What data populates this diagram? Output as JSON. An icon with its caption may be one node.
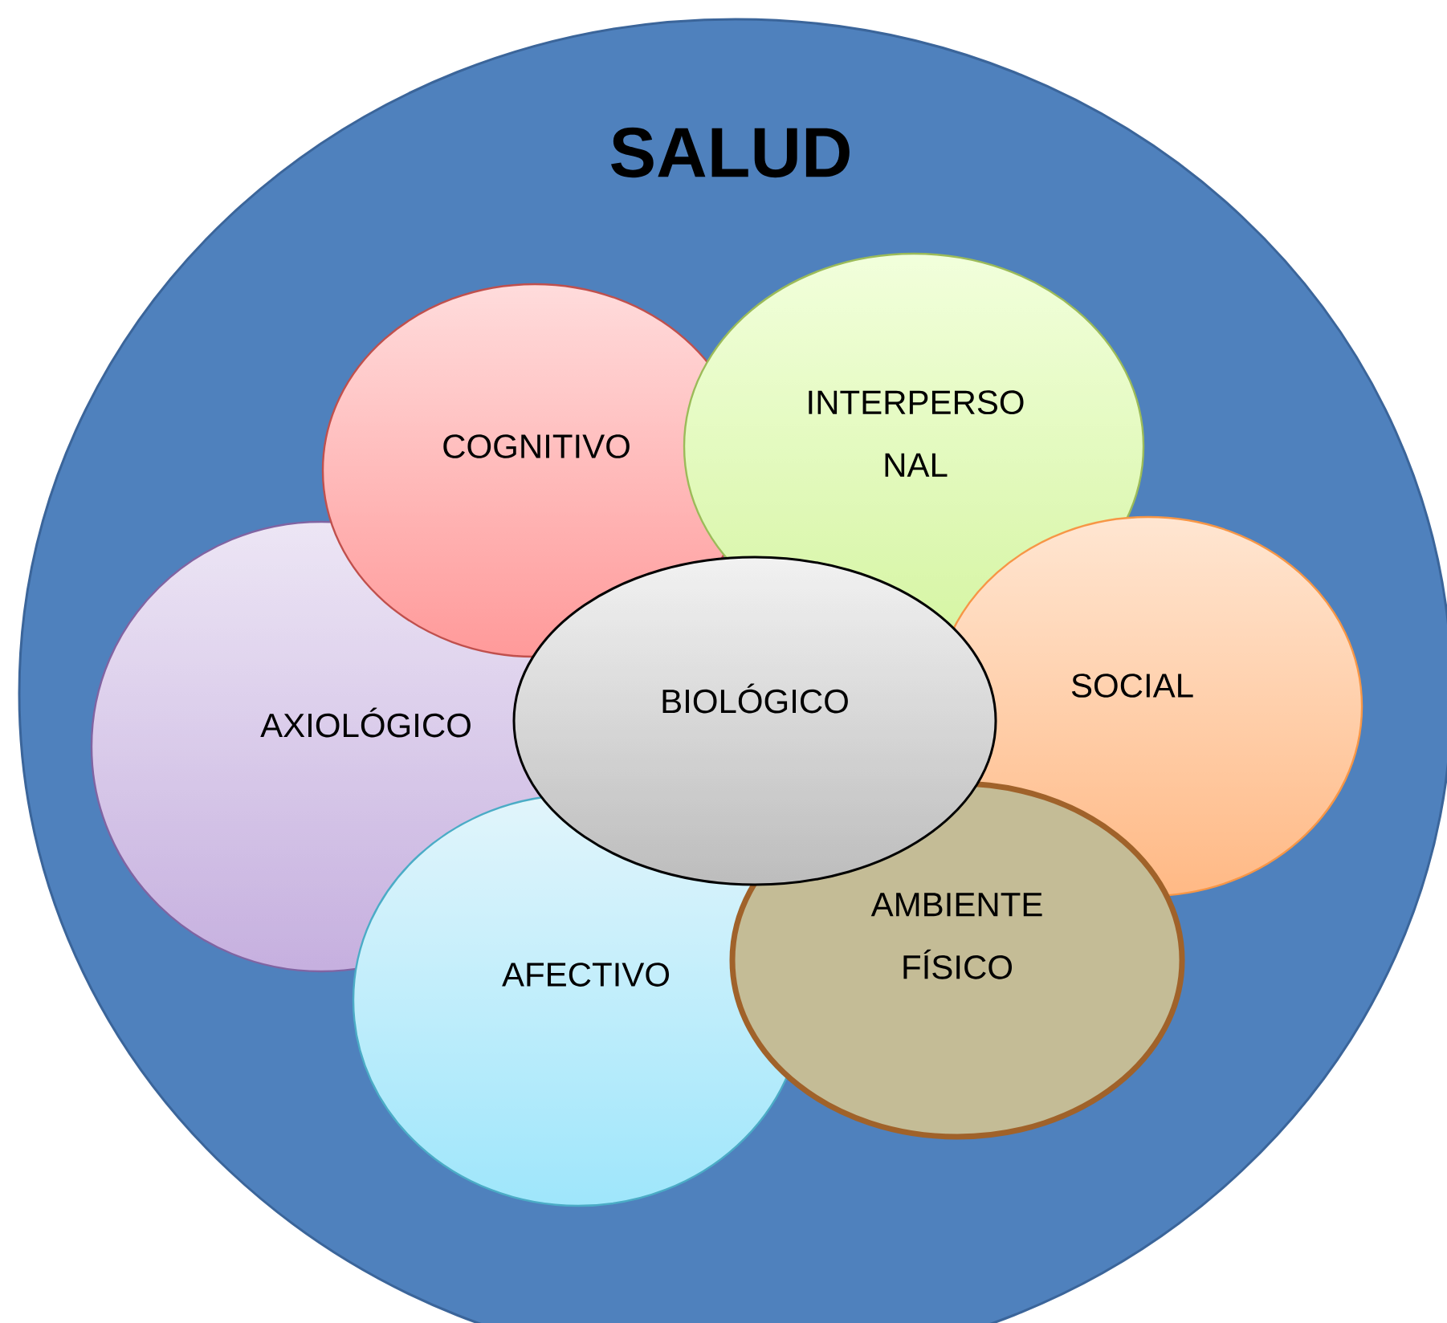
{
  "diagram": {
    "nodes": [
      {
        "text": [
          "SALUD"
        ]
      },
      {
        "text": [
          "COGNITIVO"
        ],
        "in": 0
      },
      {
        "text": [
          "INTERPERSO NAL"
        ],
        "in": 0
      },
      {
        "text": [
          "AXIOLÓGICO"
        ],
        "in": 0
      },
      {
        "text": [
          "BIOLÓGICO"
        ],
        "in": 0
      },
      {
        "text": [
          "SOCIAL"
        ],
        "in": 0
      },
      {
        "text": [
          "AFECTIVO"
        ],
        "in": 0
      },
      {
        "text": [
          "AMBIENTE FÍSICO"
        ],
        "in": 0
      }
    ]
  }
}
